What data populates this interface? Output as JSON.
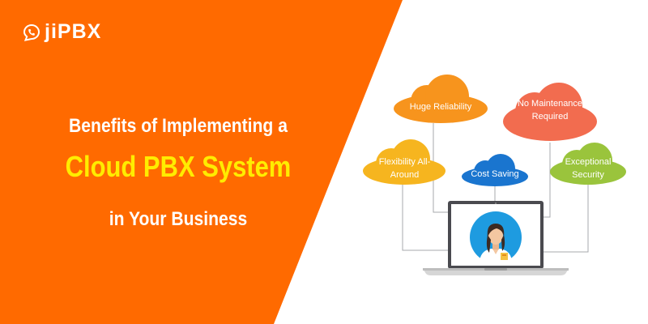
{
  "brand": {
    "name": "jiPBX"
  },
  "headline": {
    "line1": "Benefits of Implementing a",
    "line2": "Cloud PBX System",
    "line3": "in Your Business"
  },
  "benefits": [
    {
      "label": "Huge Reliability",
      "color": "#f7941d"
    },
    {
      "label": "No Maintenance Required",
      "color": "#f26c4f"
    },
    {
      "label": "Flexibility All-Around",
      "color": "#f6b51f"
    },
    {
      "label": "Cost Saving",
      "color": "#1a75cf"
    },
    {
      "label": "Exceptional Security",
      "color": "#9ac43c"
    }
  ],
  "colors": {
    "brand_orange": "#ff6a00",
    "headline_highlight": "#ffec00"
  }
}
